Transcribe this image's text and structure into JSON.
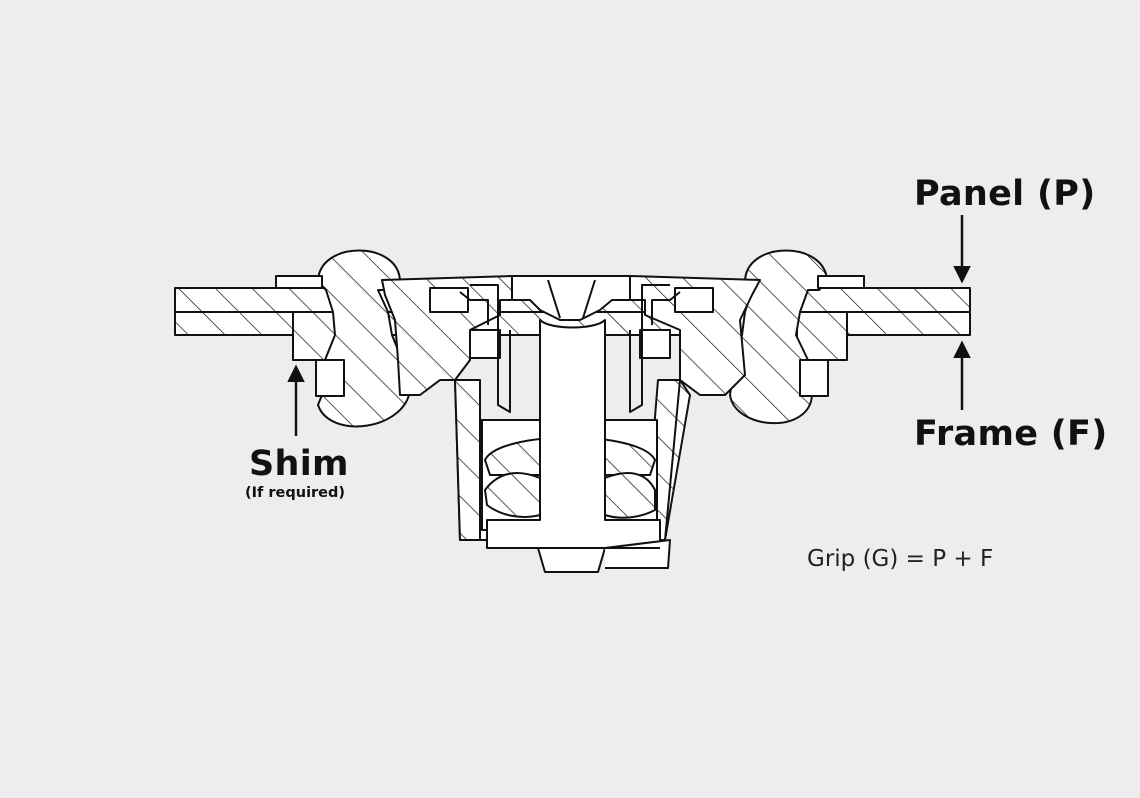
{
  "labels": {
    "panel": "Panel (P)",
    "frame": "Frame (F)",
    "shim": "Shim",
    "shim_note": "(If required)",
    "grip_formula": "Grip (G) = P + F"
  },
  "colors": {
    "background": "#ededed",
    "line": "#111111",
    "fill": "#ffffff"
  }
}
